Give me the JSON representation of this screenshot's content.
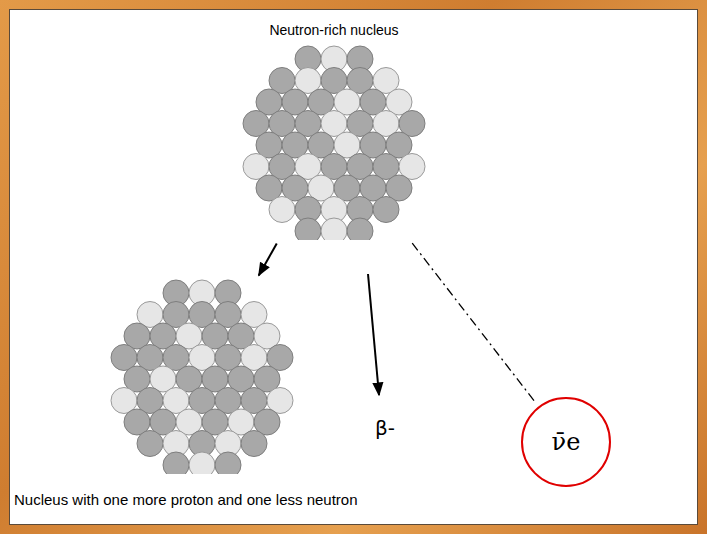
{
  "diagram": {
    "nodes": [
      {
        "text": [
          "Neutron-rich nucleus"
        ]
      },
      {
        "text": [
          "Nucleus with one more proton and one less neutron"
        ]
      },
      {
        "text": [
          "ν̄e"
        ]
      }
    ],
    "edges": [
      {
        "from": 0,
        "to": 1,
        "arrow": "to"
      },
      {
        "from": 0,
        "to": 2,
        "arrow": "none"
      }
    ],
    "labels": [
      "β-"
    ]
  }
}
